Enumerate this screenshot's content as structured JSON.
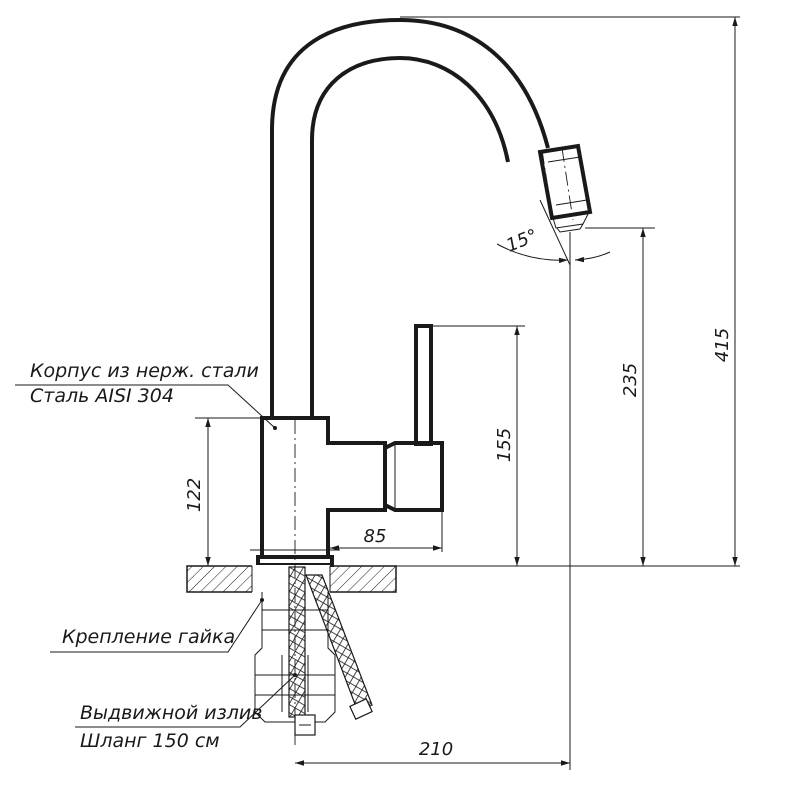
{
  "labels": {
    "body_line1": "Корпус из нерж. стали",
    "body_line2": "Сталь AISI 304",
    "mount_nut": "Крепление гайка",
    "spout_line1": "Выдвижной излив",
    "spout_line2": "Шланг 150 см"
  },
  "dimensions": {
    "total_height": "415",
    "spout_height": "235",
    "lever_height": "155",
    "body_height": "122",
    "body_width": "85",
    "spout_reach": "210",
    "spout_angle": "15°"
  }
}
